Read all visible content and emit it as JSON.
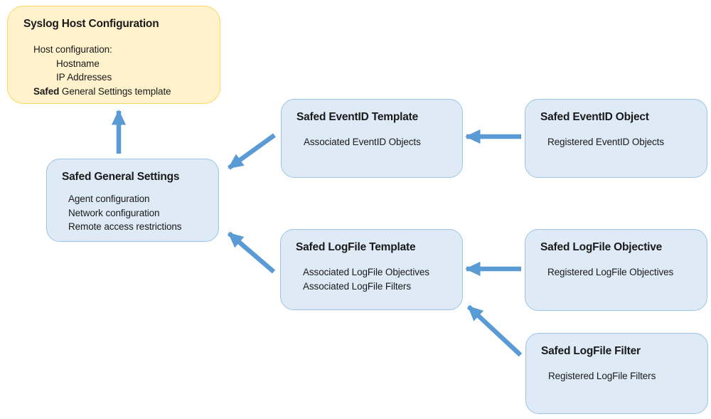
{
  "colors": {
    "arrow": "#5b9bd5",
    "blue_fill": "#deeaf6",
    "blue_border": "#9dc3e6",
    "yellow_fill": "#fff2cc",
    "yellow_border": "#ffd966",
    "text": "#1a1a1a"
  },
  "nodes": {
    "syslog": {
      "title": "Syslog Host Configuration",
      "line1": "Host configuration:",
      "line2": "Hostname",
      "line3": "IP Addresses",
      "line4_bold": "Safed",
      "line4_rest": " General Settings template"
    },
    "general": {
      "title": "Safed General Settings",
      "line1": "Agent configuration",
      "line2": "Network configuration",
      "line3": "Remote access restrictions"
    },
    "eventid_template": {
      "title": "Safed EventID Template",
      "line1": "Associated EventID Objects"
    },
    "eventid_object": {
      "title": "Safed EventID Object",
      "line1": "Registered EventID Objects"
    },
    "logfile_template": {
      "title": "Safed LogFile Template",
      "line1": "Associated LogFile Objectives",
      "line2": "Associated LogFile Filters"
    },
    "logfile_objective": {
      "title": "Safed LogFile Objective",
      "line1": "Registered LogFile Objectives"
    },
    "logfile_filter": {
      "title": "Safed LogFile Filter",
      "line1": "Registered LogFile Filters"
    }
  },
  "relations": [
    {
      "from": "Safed General Settings",
      "to": "Syslog Host Configuration"
    },
    {
      "from": "Safed EventID Template",
      "to": "Safed General Settings"
    },
    {
      "from": "Safed EventID Object",
      "to": "Safed EventID Template"
    },
    {
      "from": "Safed LogFile Template",
      "to": "Safed General Settings"
    },
    {
      "from": "Safed LogFile Objective",
      "to": "Safed LogFile Template"
    },
    {
      "from": "Safed LogFile Filter",
      "to": "Safed LogFile Template"
    }
  ]
}
